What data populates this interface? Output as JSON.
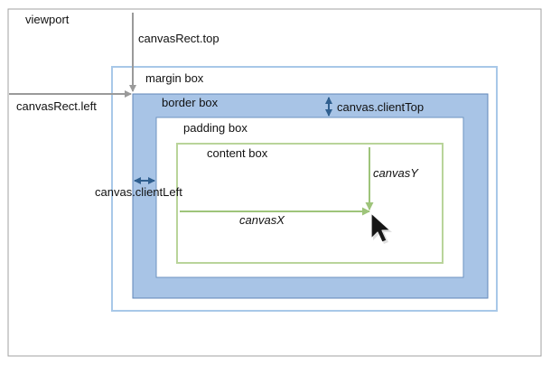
{
  "labels": {
    "viewport": "viewport",
    "canvas_rect_top": "canvasRect.top",
    "canvas_rect_left": "canvasRect.left",
    "margin_box": "margin box",
    "border_box": "border box",
    "padding_box": "padding box",
    "content_box": "content box",
    "canvas_client_top": "canvas.clientTop",
    "canvas_client_left": "canvas.clientLeft",
    "canvas_x": "canvasX",
    "canvas_y": "canvasY"
  },
  "colors": {
    "viewport_border": "#a0a0a0",
    "margin_border": "#a8c8e8",
    "border_fill": "#a8c4e6",
    "border_stroke": "#5f86b8",
    "padding_fill": "#ffffff",
    "content_border": "#b9d49a",
    "gray_arrow": "#9a9a9a",
    "blue_arrow": "#2f5f8f",
    "green_arrow": "#9ec47a"
  },
  "icons": {
    "cursor": "mouse-pointer-icon"
  }
}
